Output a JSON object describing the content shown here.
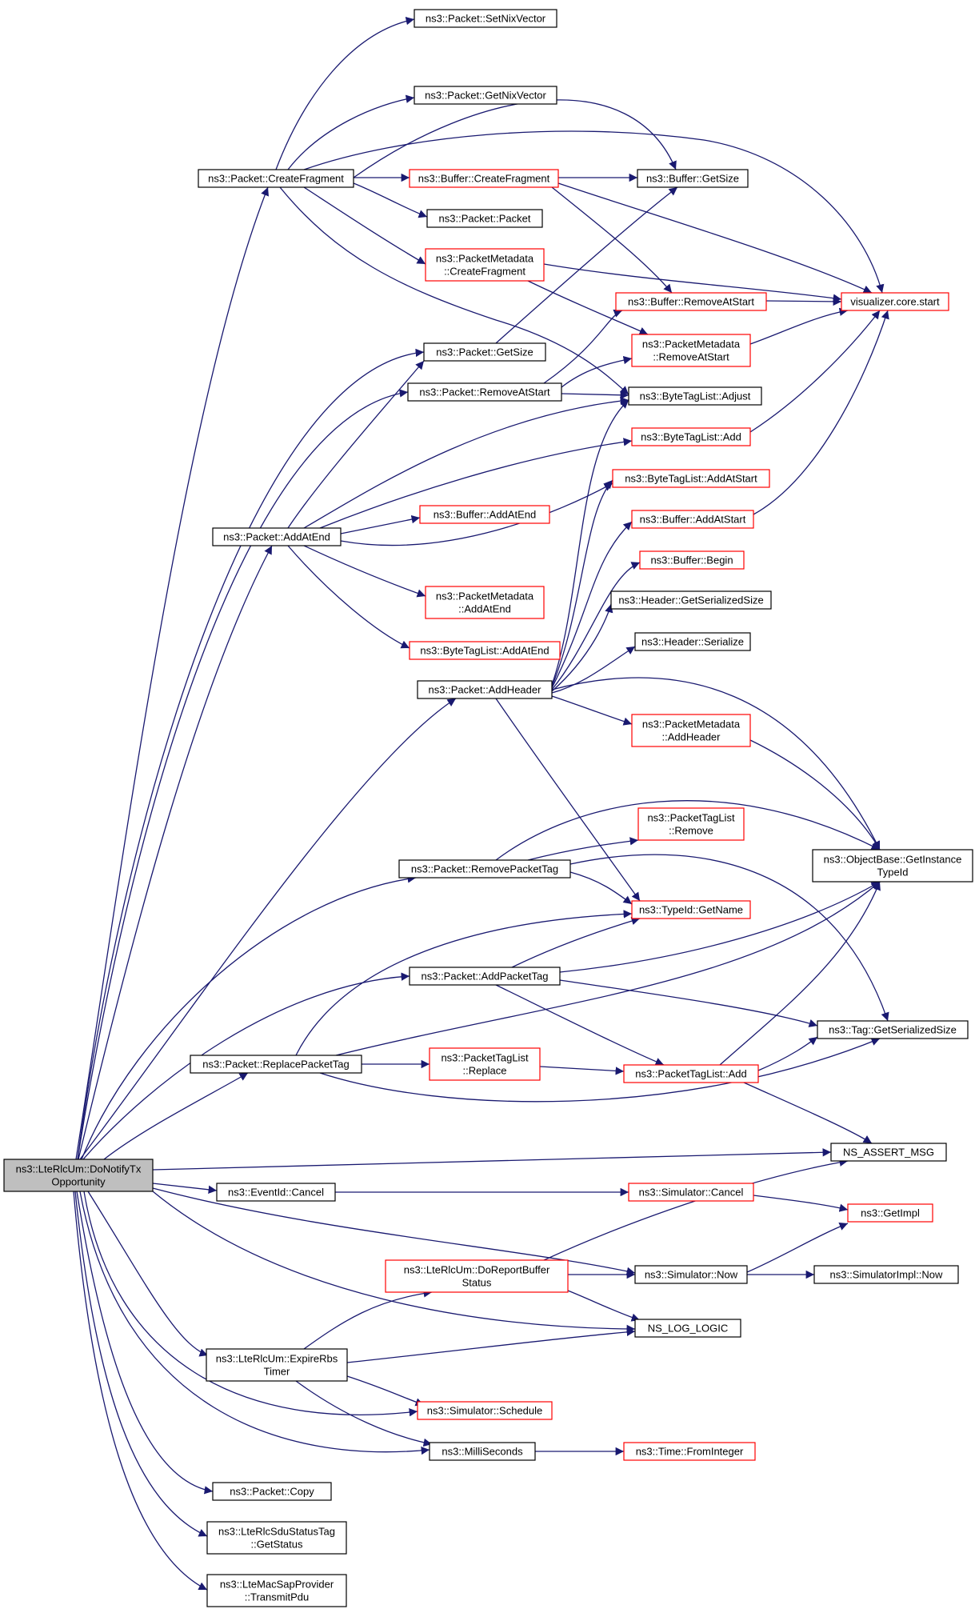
{
  "nodes": [
    {
      "id": "root",
      "lines": [
        "ns3::LteRlcUm::DoNotifyTx",
        "Opportunity"
      ],
      "style": "root"
    },
    {
      "id": "createFragment",
      "lines": [
        "ns3::Packet::CreateFragment"
      ],
      "style": "black"
    },
    {
      "id": "setNixVector",
      "lines": [
        "ns3::Packet::SetNixVector"
      ],
      "style": "black"
    },
    {
      "id": "getNixVector",
      "lines": [
        "ns3::Packet::GetNixVector"
      ],
      "style": "black"
    },
    {
      "id": "bufCreateFragment",
      "lines": [
        "ns3::Buffer::CreateFragment"
      ],
      "style": "red"
    },
    {
      "id": "bufGetSize",
      "lines": [
        "ns3::Buffer::GetSize"
      ],
      "style": "black"
    },
    {
      "id": "packetCtor",
      "lines": [
        "ns3::Packet::Packet"
      ],
      "style": "black"
    },
    {
      "id": "pmCreateFragment",
      "lines": [
        "ns3::PacketMetadata",
        "::CreateFragment"
      ],
      "style": "red"
    },
    {
      "id": "vizStart",
      "lines": [
        "visualizer.core.start"
      ],
      "style": "red"
    },
    {
      "id": "bufRemoveAtStart",
      "lines": [
        "ns3::Buffer::RemoveAtStart"
      ],
      "style": "red"
    },
    {
      "id": "pmRemoveAtStart",
      "lines": [
        "ns3::PacketMetadata",
        "::RemoveAtStart"
      ],
      "style": "red"
    },
    {
      "id": "pktGetSize",
      "lines": [
        "ns3::Packet::GetSize"
      ],
      "style": "black"
    },
    {
      "id": "pktRemoveAtStart",
      "lines": [
        "ns3::Packet::RemoveAtStart"
      ],
      "style": "black"
    },
    {
      "id": "btlAdjust",
      "lines": [
        "ns3::ByteTagList::Adjust"
      ],
      "style": "black"
    },
    {
      "id": "btlAdd",
      "lines": [
        "ns3::ByteTagList::Add"
      ],
      "style": "red"
    },
    {
      "id": "btlAddAtStart",
      "lines": [
        "ns3::ByteTagList::AddAtStart"
      ],
      "style": "red"
    },
    {
      "id": "pktAddAtEnd",
      "lines": [
        "ns3::Packet::AddAtEnd"
      ],
      "style": "black"
    },
    {
      "id": "bufAddAtEnd",
      "lines": [
        "ns3::Buffer::AddAtEnd"
      ],
      "style": "red"
    },
    {
      "id": "bufAddAtStart",
      "lines": [
        "ns3::Buffer::AddAtStart"
      ],
      "style": "red"
    },
    {
      "id": "bufBegin",
      "lines": [
        "ns3::Buffer::Begin"
      ],
      "style": "red"
    },
    {
      "id": "pmAddAtEnd",
      "lines": [
        "ns3::PacketMetadata",
        "::AddAtEnd"
      ],
      "style": "red"
    },
    {
      "id": "hdrGetSerializedSize",
      "lines": [
        "ns3::Header::GetSerializedSize"
      ],
      "style": "black"
    },
    {
      "id": "btlAddAtEnd",
      "lines": [
        "ns3::ByteTagList::AddAtEnd"
      ],
      "style": "red"
    },
    {
      "id": "hdrSerialize",
      "lines": [
        "ns3::Header::Serialize"
      ],
      "style": "black"
    },
    {
      "id": "pktAddHeader",
      "lines": [
        "ns3::Packet::AddHeader"
      ],
      "style": "black"
    },
    {
      "id": "pmAddHeader",
      "lines": [
        "ns3::PacketMetadata",
        "::AddHeader"
      ],
      "style": "red"
    },
    {
      "id": "ptlRemove",
      "lines": [
        "ns3::PacketTagList",
        "::Remove"
      ],
      "style": "red"
    },
    {
      "id": "obGetInstanceTypeId",
      "lines": [
        "ns3::ObjectBase::GetInstance",
        "TypeId"
      ],
      "style": "black"
    },
    {
      "id": "pktRemovePacketTag",
      "lines": [
        "ns3::Packet::RemovePacketTag"
      ],
      "style": "black"
    },
    {
      "id": "typeIdGetName",
      "lines": [
        "ns3::TypeId::GetName"
      ],
      "style": "red"
    },
    {
      "id": "pktAddPacketTag",
      "lines": [
        "ns3::Packet::AddPacketTag"
      ],
      "style": "black"
    },
    {
      "id": "pktReplacePacketTag",
      "lines": [
        "ns3::Packet::ReplacePacketTag"
      ],
      "style": "black"
    },
    {
      "id": "ptlReplace",
      "lines": [
        "ns3::PacketTagList",
        "::Replace"
      ],
      "style": "red"
    },
    {
      "id": "tagGetSerializedSize",
      "lines": [
        "ns3::Tag::GetSerializedSize"
      ],
      "style": "black"
    },
    {
      "id": "ptlAdd",
      "lines": [
        "ns3::PacketTagList::Add"
      ],
      "style": "red"
    },
    {
      "id": "nsAssertMsg",
      "lines": [
        "NS_ASSERT_MSG"
      ],
      "style": "black"
    },
    {
      "id": "eventCancel",
      "lines": [
        "ns3::EventId::Cancel"
      ],
      "style": "black"
    },
    {
      "id": "simCancel",
      "lines": [
        "ns3::Simulator::Cancel"
      ],
      "style": "red"
    },
    {
      "id": "getImpl",
      "lines": [
        "ns3::GetImpl"
      ],
      "style": "red"
    },
    {
      "id": "doReportBuffer",
      "lines": [
        "ns3::LteRlcUm::DoReportBuffer",
        "Status"
      ],
      "style": "red"
    },
    {
      "id": "simNow",
      "lines": [
        "ns3::Simulator::Now"
      ],
      "style": "black"
    },
    {
      "id": "simImplNow",
      "lines": [
        "ns3::SimulatorImpl::Now"
      ],
      "style": "black"
    },
    {
      "id": "nsLogLogic",
      "lines": [
        "NS_LOG_LOGIC"
      ],
      "style": "black"
    },
    {
      "id": "expireRbs",
      "lines": [
        "ns3::LteRlcUm::ExpireRbs",
        "Timer"
      ],
      "style": "black"
    },
    {
      "id": "simSchedule",
      "lines": [
        "ns3::Simulator::Schedule"
      ],
      "style": "red"
    },
    {
      "id": "milliSeconds",
      "lines": [
        "ns3::MilliSeconds"
      ],
      "style": "black"
    },
    {
      "id": "timeFromInteger",
      "lines": [
        "ns3::Time::FromInteger"
      ],
      "style": "red"
    },
    {
      "id": "pktCopy",
      "lines": [
        "ns3::Packet::Copy"
      ],
      "style": "black"
    },
    {
      "id": "sduGetStatus",
      "lines": [
        "ns3::LteRlcSduStatusTag",
        "::GetStatus"
      ],
      "style": "black"
    },
    {
      "id": "macTransmitPdu",
      "lines": [
        "ns3::LteMacSapProvider",
        "::TransmitPdu"
      ],
      "style": "black"
    }
  ]
}
